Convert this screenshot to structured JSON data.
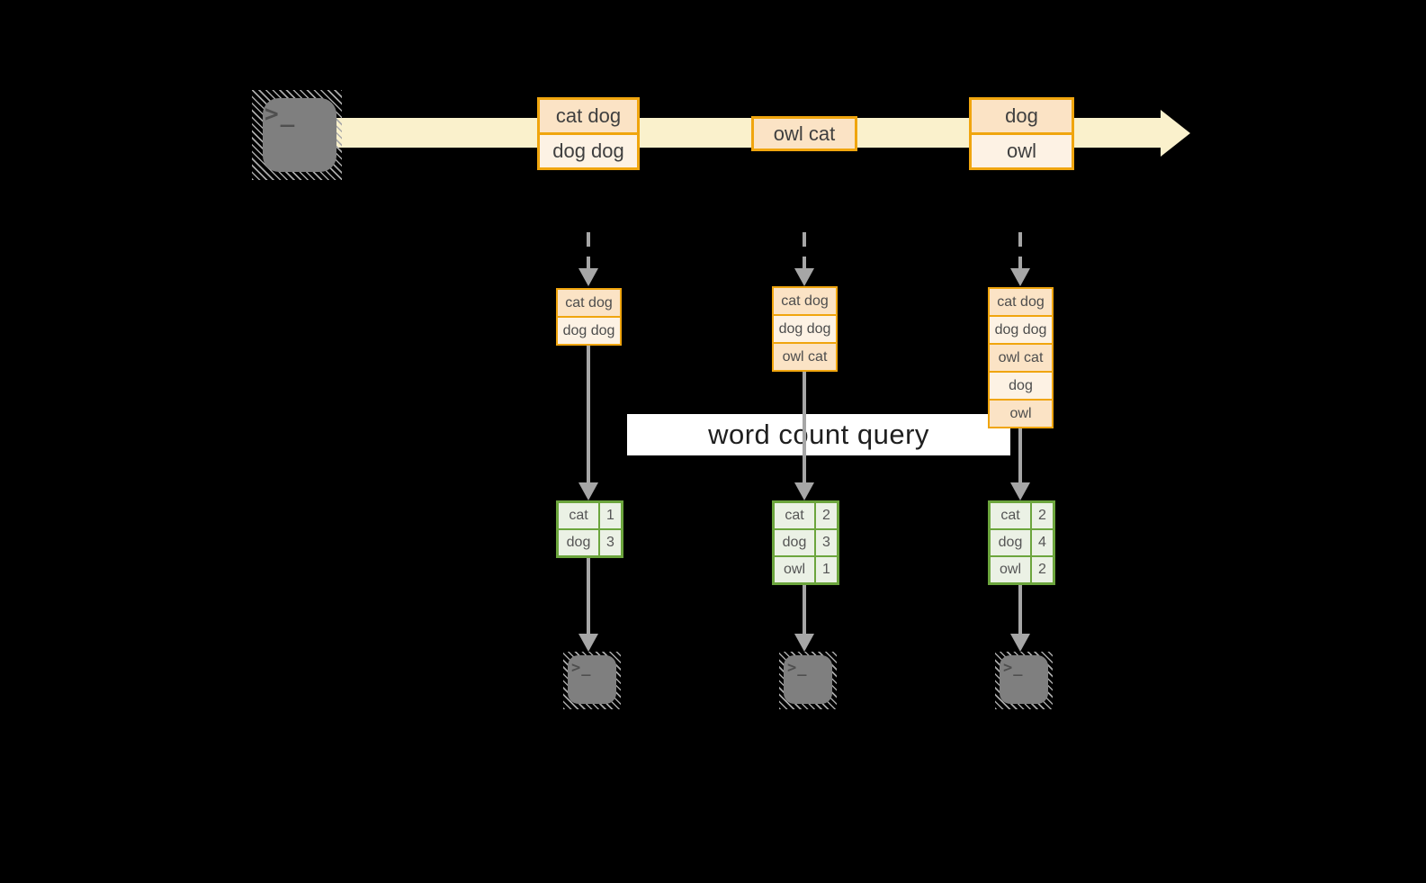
{
  "diagram": {
    "query_label": "word count query",
    "stream": {
      "batches": [
        {
          "messages": [
            "cat dog",
            "dog dog"
          ]
        },
        {
          "messages": [
            "owl cat"
          ]
        },
        {
          "messages": [
            "dog",
            "owl"
          ]
        }
      ]
    },
    "states": [
      {
        "rows": [
          "cat dog",
          "dog dog"
        ]
      },
      {
        "rows": [
          "cat dog",
          "dog dog",
          "owl cat"
        ]
      },
      {
        "rows": [
          "cat dog",
          "dog dog",
          "owl cat",
          "dog",
          "owl"
        ]
      }
    ],
    "results": [
      {
        "rows": [
          {
            "word": "cat",
            "count": "1"
          },
          {
            "word": "dog",
            "count": "3"
          }
        ]
      },
      {
        "rows": [
          {
            "word": "cat",
            "count": "2"
          },
          {
            "word": "dog",
            "count": "3"
          },
          {
            "word": "owl",
            "count": "1"
          }
        ]
      },
      {
        "rows": [
          {
            "word": "cat",
            "count": "2"
          },
          {
            "word": "dog",
            "count": "4"
          },
          {
            "word": "owl",
            "count": "2"
          }
        ]
      }
    ],
    "icons": {
      "source": "terminal-icon",
      "sinks": [
        "terminal-icon",
        "terminal-icon",
        "terminal-icon"
      ],
      "terminal_glyph": ">_"
    },
    "colors": {
      "background": "#000000",
      "stream_band": "#FAF1CC",
      "amber_border": "#F0A50E",
      "peach_fill_dark": "#FBE3C5",
      "peach_fill_light": "#FDF2E4",
      "green_border": "#6CA53D",
      "green_fill": "#EBF1E5",
      "connector_gray": "#A6A6A6",
      "terminal_gray": "#7F7F7F",
      "query_band_bg": "#FFFFFF"
    }
  }
}
